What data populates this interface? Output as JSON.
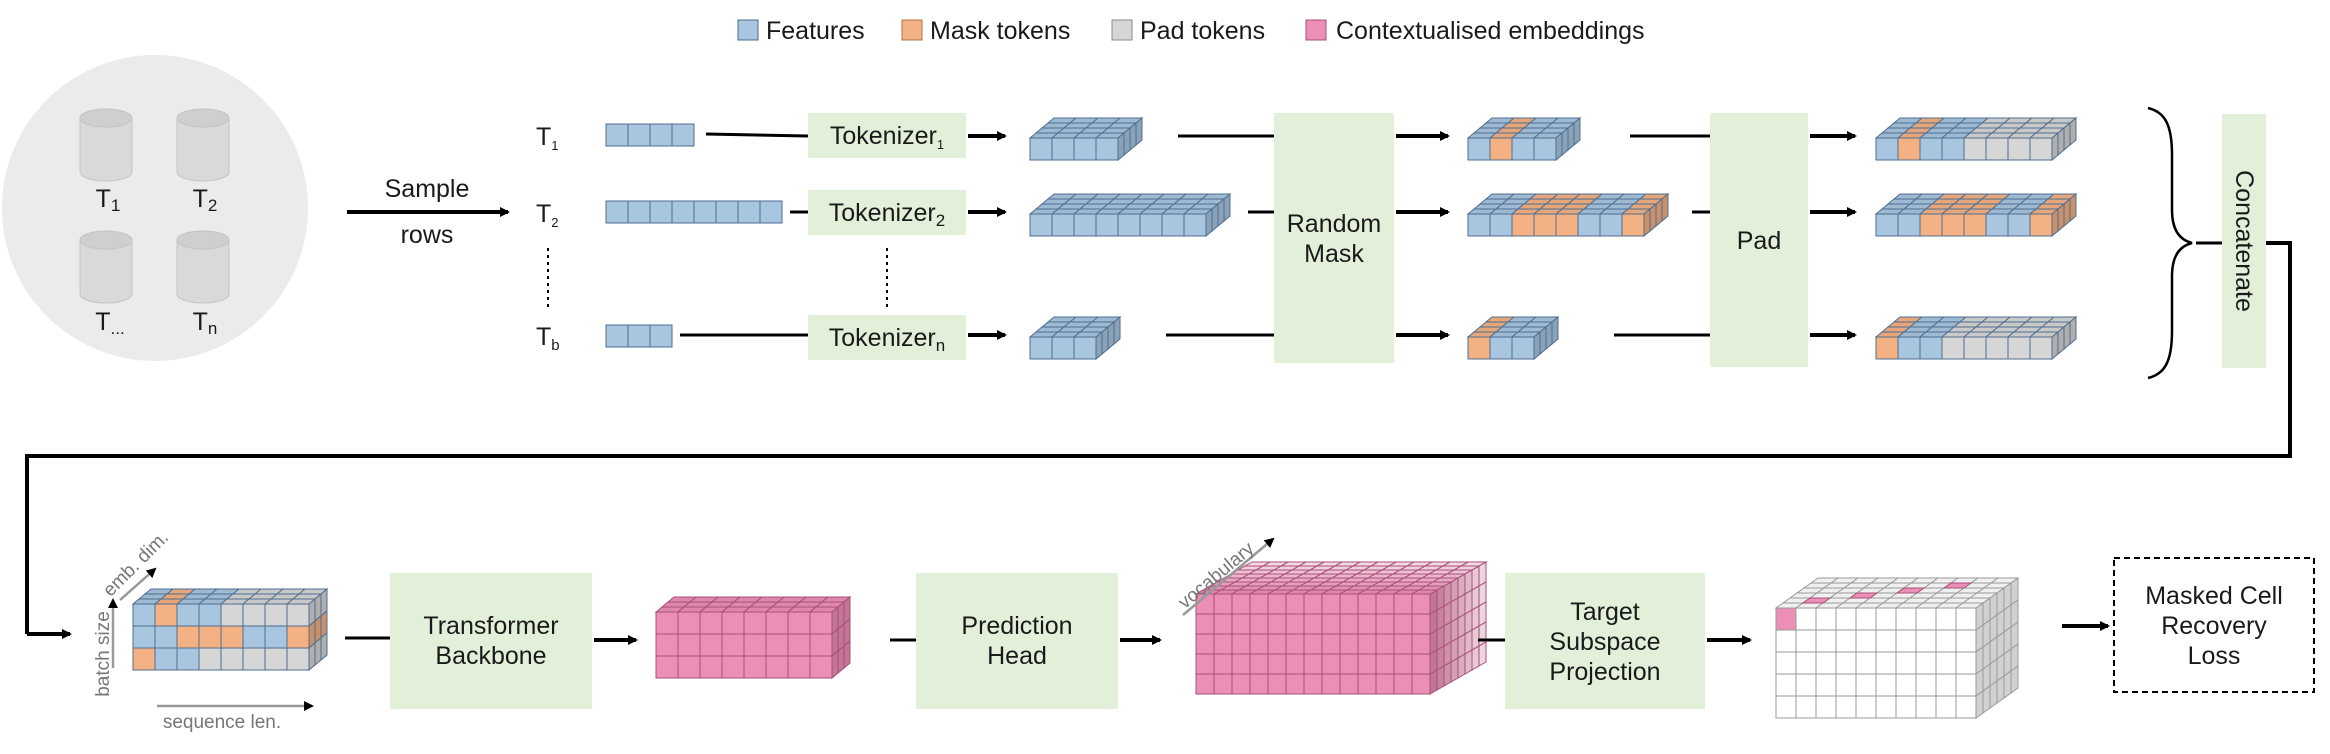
{
  "colors": {
    "features": "#a8c6e0",
    "mask": "#f4b183",
    "pad": "#d6d6d6",
    "context": "#ec8fb6",
    "box": "#e2efd9",
    "db": "#d9d9d9",
    "db_circle": "#ebebeb"
  },
  "legend": [
    {
      "label": "Features",
      "color_key": "features"
    },
    {
      "label": "Mask tokens",
      "color_key": "mask"
    },
    {
      "label": "Pad tokens",
      "color_key": "pad"
    },
    {
      "label": "Contextualised embeddings",
      "color_key": "context"
    }
  ],
  "tables": {
    "t1": {
      "main": "T",
      "sub": "1"
    },
    "t2": {
      "main": "T",
      "sub": "2"
    },
    "tdots": {
      "main": "T",
      "sub": "..."
    },
    "tn": {
      "main": "T",
      "sub": "n"
    }
  },
  "sample_rows": {
    "line1": "Sample",
    "line2": "rows"
  },
  "rows": {
    "r1": {
      "main": "T",
      "sub": "1"
    },
    "r2": {
      "main": "T",
      "sub": "2"
    },
    "rb": {
      "main": "T",
      "sub": "b"
    }
  },
  "tokenizers": {
    "t1": {
      "main": "Tokenizer",
      "sub": "1"
    },
    "t2": {
      "main": "Tokenizer",
      "sub": "2"
    },
    "tn": {
      "main": "Tokenizer",
      "sub": "n"
    }
  },
  "random_mask": {
    "line1": "Random",
    "line2": "Mask"
  },
  "pad_label": "Pad",
  "concatenate": "Concatenate",
  "axes": {
    "batch_size": "batch size",
    "emb_dim": "emb. dim.",
    "sequence_len": "sequence len.",
    "vocabulary": "vocabulary"
  },
  "transformer": {
    "line1": "Transformer",
    "line2": "Backbone"
  },
  "prediction": {
    "line1": "Prediction",
    "line2": "Head"
  },
  "target": {
    "line1": "Target",
    "line2": "Subspace",
    "line3": "Projection"
  },
  "loss": {
    "line1": "Masked Cell",
    "line2": "Recovery",
    "line3": "Loss"
  }
}
